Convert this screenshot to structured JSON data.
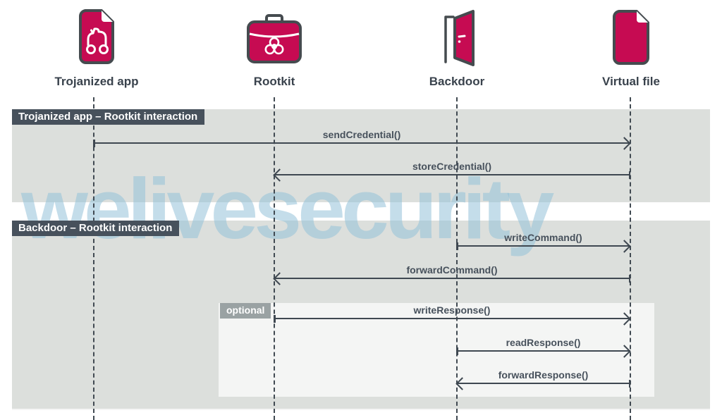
{
  "diagram": {
    "watermark": "welivesecurity",
    "actors": [
      {
        "label": "Trojanized app",
        "icon": "trojan-horse-file-icon"
      },
      {
        "label": "Rootkit",
        "icon": "briefcase-biohazard-icon"
      },
      {
        "label": "Backdoor",
        "icon": "open-door-icon"
      },
      {
        "label": "Virtual file",
        "icon": "document-file-icon"
      }
    ],
    "sections": [
      {
        "title": "Trojanized app – Rootkit interaction"
      },
      {
        "title": "Backdoor – Rootkit interaction"
      }
    ],
    "optional_label": "optional",
    "messages": [
      {
        "label": "sendCredential()",
        "from": "Trojanized app",
        "to": "Virtual file",
        "optional": false
      },
      {
        "label": "storeCredential()",
        "from": "Virtual file",
        "to": "Rootkit",
        "optional": false
      },
      {
        "label": "writeCommand()",
        "from": "Backdoor",
        "to": "Virtual file",
        "optional": false
      },
      {
        "label": "forwardCommand()",
        "from": "Virtual file",
        "to": "Rootkit",
        "optional": false
      },
      {
        "label": "writeResponse()",
        "from": "Rootkit",
        "to": "Virtual file",
        "optional": true
      },
      {
        "label": "readResponse()",
        "from": "Backdoor",
        "to": "Virtual file",
        "optional": true
      },
      {
        "label": "forwardResponse()",
        "from": "Virtual file",
        "to": "Backdoor",
        "optional": true
      }
    ],
    "colors": {
      "accent": "#c60b52",
      "icon_outline": "#454b4f",
      "band": "#dcdfdc",
      "section_label_bg": "#47515c",
      "optional_label_bg": "#9aa2a3",
      "line": "#3f4851",
      "watermark": "#94c1d9"
    }
  }
}
